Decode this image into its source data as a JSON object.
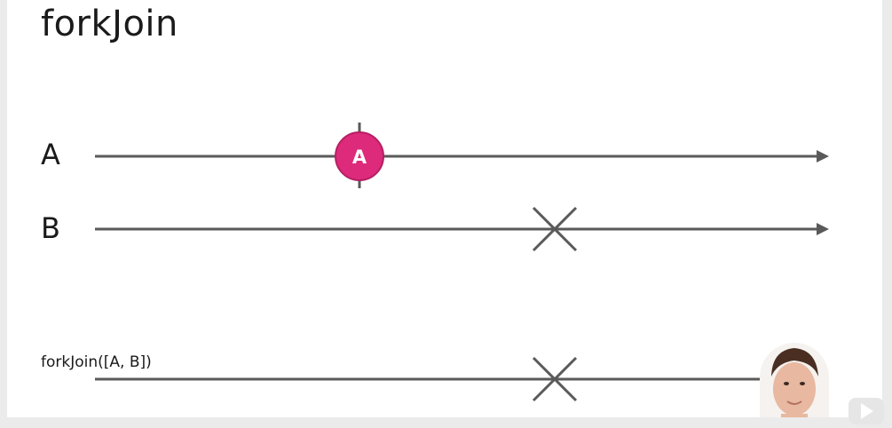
{
  "title": "forkJoin",
  "streams": [
    {
      "label": "A"
    },
    {
      "label": "B"
    }
  ],
  "result": {
    "label": "forkJoin([A, B])"
  },
  "marbles": [
    {
      "text": "A",
      "color": "#dd2a7b"
    }
  ],
  "colors": {
    "line": "#5a5a5a",
    "marble": "#dd2a7b",
    "background": "#ffffff"
  },
  "icons": [
    "error-x-icon",
    "arrow-head-icon",
    "next-slide-icon"
  ]
}
